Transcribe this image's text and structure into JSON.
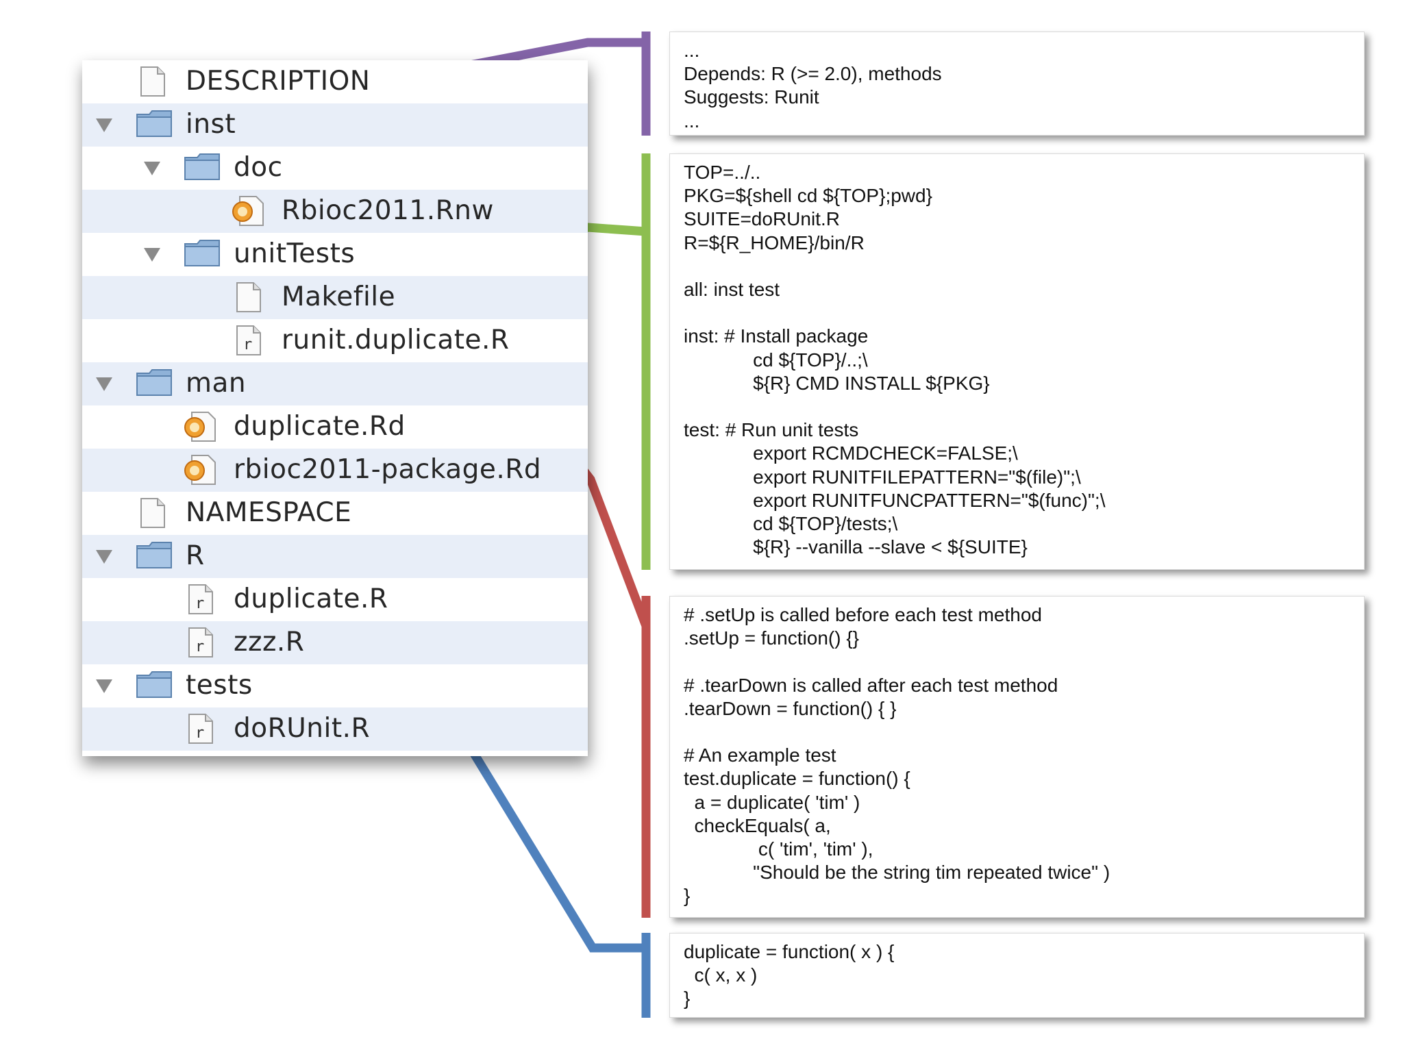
{
  "colors": {
    "description": "#8464A8",
    "makefile": "#8DBE50",
    "unit_test": "#C0504D",
    "duplicate": "#4F81BD"
  },
  "tree": [
    {
      "label": "DESCRIPTION",
      "icon": "file-icon"
    },
    {
      "label": "inst",
      "icon": "folder-icon",
      "expanded": true
    },
    {
      "label": "doc",
      "icon": "folder-icon",
      "expanded": true
    },
    {
      "label": "Rbioc2011.Rnw",
      "icon": "rnw-file-icon"
    },
    {
      "label": "unitTests",
      "icon": "folder-icon",
      "expanded": true
    },
    {
      "label": "Makefile",
      "icon": "file-icon"
    },
    {
      "label": "runit.duplicate.R",
      "icon": "r-file-icon"
    },
    {
      "label": "man",
      "icon": "folder-icon",
      "expanded": true
    },
    {
      "label": "duplicate.Rd",
      "icon": "rd-file-icon"
    },
    {
      "label": "rbioc2011-package.Rd",
      "icon": "rd-file-icon"
    },
    {
      "label": "NAMESPACE",
      "icon": "file-icon"
    },
    {
      "label": "R",
      "icon": "folder-icon",
      "expanded": true
    },
    {
      "label": "duplicate.R",
      "icon": "r-file-icon"
    },
    {
      "label": "zzz.R",
      "icon": "r-file-icon"
    },
    {
      "label": "tests",
      "icon": "folder-icon",
      "expanded": true
    },
    {
      "label": "doRUnit.R",
      "icon": "r-file-icon"
    }
  ],
  "boxes": {
    "description": "...\nDepends: R (>= 2.0), methods\nSuggests: Runit\n...",
    "makefile": "TOP=../..\nPKG=${shell cd ${TOP};pwd}\nSUITE=doRUnit.R\nR=${R_HOME}/bin/R\n\nall: inst test\n\ninst: # Install package\n             cd ${TOP}/..;\\\n             ${R} CMD INSTALL ${PKG}\n\ntest: # Run unit tests\n             export RCMDCHECK=FALSE;\\\n             export RUNITFILEPATTERN=\"$(file)\";\\\n             export RUNITFUNCPATTERN=\"$(func)\";\\\n             cd ${TOP}/tests;\\\n             ${R} --vanilla --slave < ${SUITE}",
    "unit_test": "# .setUp is called before each test method\n.setUp = function() {}\n\n# .tearDown is called after each test method\n.tearDown = function() { }\n\n# An example test\ntest.duplicate = function() {\n  a = duplicate( 'tim' )\n  checkEquals( a,\n              c( 'tim', 'tim' ),\n             \"Should be the string tim repeated twice\" )\n}",
    "duplicate": "duplicate = function( x ) {\n  c( x, x )\n}"
  }
}
